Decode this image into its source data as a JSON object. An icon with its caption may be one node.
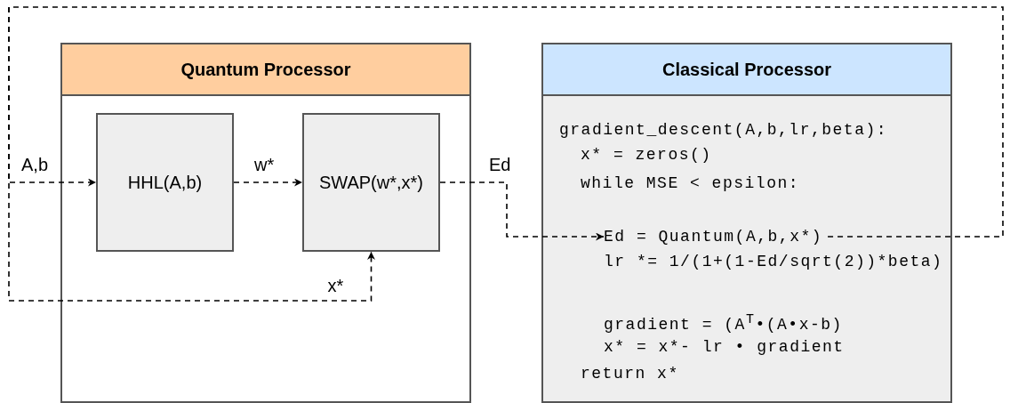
{
  "diagram": {
    "nodes": [
      {
        "text": [
          "Quantum Processor"
        ]
      },
      {
        "text": [
          "HHL(A,b)"
        ],
        "in": 0
      },
      {
        "text": [
          "SWAP(w*,x*)"
        ],
        "in": 0
      },
      {
        "text": [
          "Classical Processor",
          "gradient_descent(A,b,lr,beta):",
          "x* = zeros()",
          "while MSE < epsilon:",
          "lr *= 1/(1+(1-Ed/sqrt(2))*beta)",
          "gradient = (A$^{T}$•(A•x-b)",
          "x* = x*- lr • gradient",
          "return x*"
        ]
      },
      {
        "text": [
          "Ed = Quantum(A,b,x*)"
        ],
        "in": 3
      }
    ],
    "edges": [
      {
        "from": 4,
        "to": 1,
        "arrow": "to",
        "label": "A,b",
        "style": "dashed"
      },
      {
        "from": 4,
        "to": 2,
        "arrow": "to",
        "label": "x*",
        "style": "dashed"
      },
      {
        "from": 1,
        "to": 2,
        "arrow": "to",
        "label": "w*",
        "style": "dashed"
      },
      {
        "from": 2,
        "to": 4,
        "arrow": "to",
        "label": "Ed",
        "style": "dashed"
      }
    ]
  }
}
